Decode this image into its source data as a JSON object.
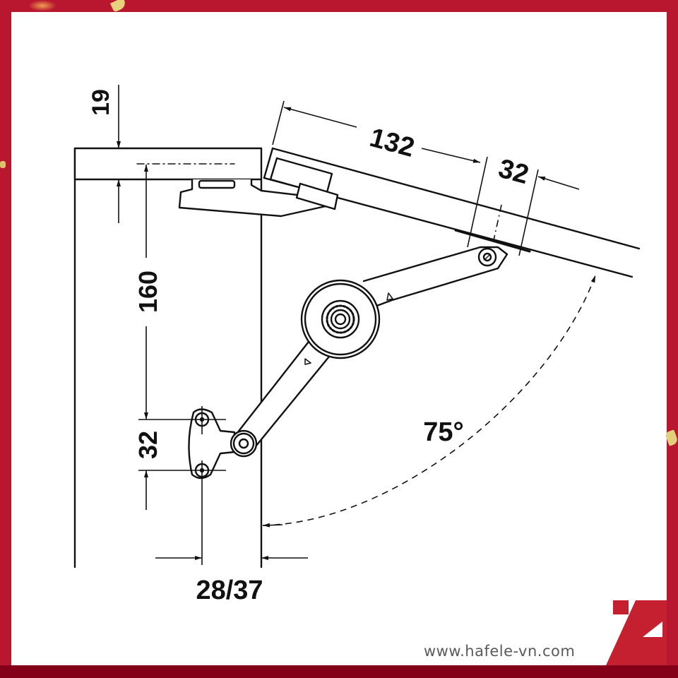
{
  "figure": {
    "subject": "Hafele lid stay / flap fitting dimension drawing",
    "dimensions": {
      "panel_thickness": "19",
      "mount_height": "160",
      "hole_spacing_vertical": "32",
      "offset_along_lid": "132",
      "hole_spacing_lid": "32",
      "side_offset": "28/37",
      "opening_angle": "75°"
    }
  },
  "branding": {
    "website": "www.hafele-vn.com",
    "logo_color": "#c4202f",
    "frame_color": "#b8172f",
    "band_color": "#840018"
  }
}
